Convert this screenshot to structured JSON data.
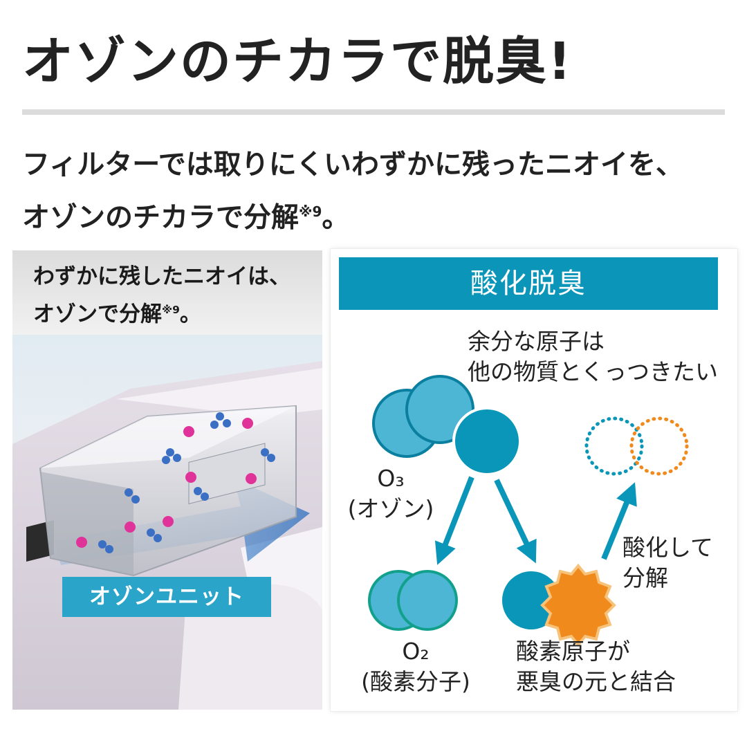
{
  "header": {
    "title": "オゾンのチカラで脱臭!"
  },
  "lead": {
    "line1": "フィルターでは取りにくいわずかに残ったニオイを、",
    "line2_text": "オゾンのチカラで分解",
    "line2_note": "※9",
    "line2_end": "。"
  },
  "photo_panel": {
    "caption_line1": "わずかに残したニオイは、",
    "caption_line2_text": "オゾンで分解",
    "caption_line2_note": "※9",
    "caption_line2_end": "。",
    "unit_label": "オゾンユニット"
  },
  "diagram": {
    "header": "酸化脱臭",
    "note_line1": "余分な原子は",
    "note_line2": "他の物質とくっつきたい",
    "o3_formula": "O₃",
    "o3_name": "(オゾン)",
    "o2_formula": "O₂",
    "o2_name": "(酸素分子)",
    "oxidize_line1": "酸化して",
    "oxidize_line2": "分解",
    "bond_line1": "酸素原子が",
    "bond_line2": "悪臭の元と結合"
  },
  "colors": {
    "accent": "#0b96b9",
    "label_blue": "#2aa4c9",
    "atom_light": "#4db6d4",
    "atom_dark": "#0a96b8",
    "odor_orange": "#f08a1c"
  },
  "icons": [
    "ozone-molecule-icon",
    "oxygen-molecule-icon",
    "oxygen-atom-icon",
    "odor-particle-icon",
    "arrow-icon"
  ]
}
